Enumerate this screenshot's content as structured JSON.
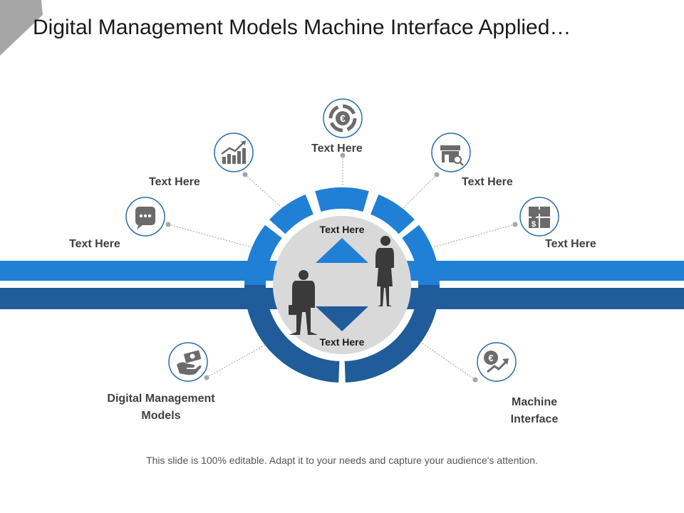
{
  "title": "Digital Management Models Machine Interface Applied…",
  "colors": {
    "light_blue": "#2080d6",
    "dark_blue": "#1f5c99",
    "circle_grey": "#d9d9d9",
    "icon_grey": "#6b6b6b",
    "icon_ring": "#2b6cb0"
  },
  "center": {
    "top_label": "Text Here",
    "bottom_label": "Text Here"
  },
  "items": [
    {
      "label": "Text Here",
      "icon": "chat-bubble-icon"
    },
    {
      "label": "Text Here",
      "icon": "bar-chart-trend-icon"
    },
    {
      "label": "Text Here",
      "icon": "euro-cycle-icon"
    },
    {
      "label": "Text Here",
      "icon": "shop-search-icon"
    },
    {
      "label": "Text Here",
      "icon": "puzzle-dollar-icon"
    },
    {
      "label": "Digital Management\nModels",
      "icon": "hand-money-icon"
    },
    {
      "label": "Machine\nInterface",
      "icon": "euro-growth-icon"
    }
  ],
  "footer": "This slide is 100% editable. Adapt it to your needs and capture your audience's attention."
}
